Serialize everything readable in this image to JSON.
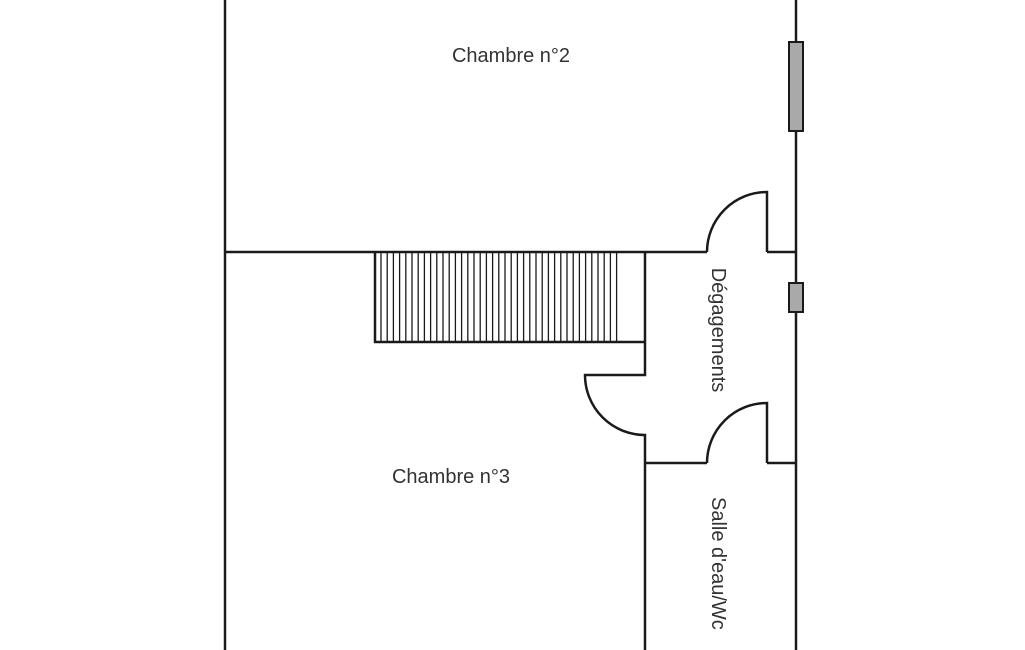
{
  "rooms": {
    "bedroom2": "Chambre n°2",
    "bedroom3": "Chambre n°3",
    "hallway": "Dégagements",
    "bathroom": "Salle d'eau/Wc"
  },
  "colors": {
    "wall": "#1a1a1a",
    "window": "#a9a9a9"
  }
}
